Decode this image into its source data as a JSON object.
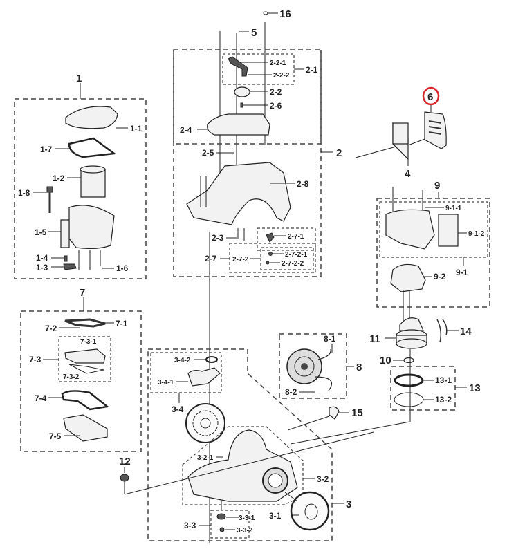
{
  "diagram": {
    "title": "Vacuum cleaner exploded parts diagram",
    "highlight_color": "#d9262c",
    "highlighted_part": "6",
    "groups": {
      "g1": {
        "label": "1",
        "parts": [
          "1-1",
          "1-7",
          "1-2",
          "1-8",
          "1-5",
          "1-4",
          "1-3",
          "1-6"
        ]
      },
      "g2": {
        "label": "2",
        "parts": [
          "2-1",
          "2-2-1",
          "2-2-2",
          "2-2",
          "2-6",
          "2-4",
          "2-5",
          "2-8",
          "2-3",
          "2-7",
          "2-7-1",
          "2-7-2",
          "2-7-2-1",
          "2-7-2-2"
        ]
      },
      "g3": {
        "label": "3",
        "parts": [
          "3-4",
          "3-4-1",
          "3-4-2",
          "3-2",
          "3-2-1",
          "3-1",
          "3-3",
          "3-3-1",
          "3-3-2"
        ]
      },
      "g7": {
        "label": "7",
        "parts": [
          "7-1",
          "7-2",
          "7-3",
          "7-3-1",
          "7-3-2",
          "7-4",
          "7-5"
        ]
      },
      "g8": {
        "label": "8",
        "parts": [
          "8-1",
          "8-2"
        ]
      },
      "g9": {
        "label": "9",
        "parts": [
          "9-1",
          "9-1-1",
          "9-1-2",
          "9-2"
        ]
      },
      "g13": {
        "label": "13",
        "parts": [
          "13-1",
          "13-2"
        ]
      }
    },
    "singles": [
      "4",
      "5",
      "6",
      "10",
      "11",
      "12",
      "14",
      "15",
      "16"
    ]
  }
}
